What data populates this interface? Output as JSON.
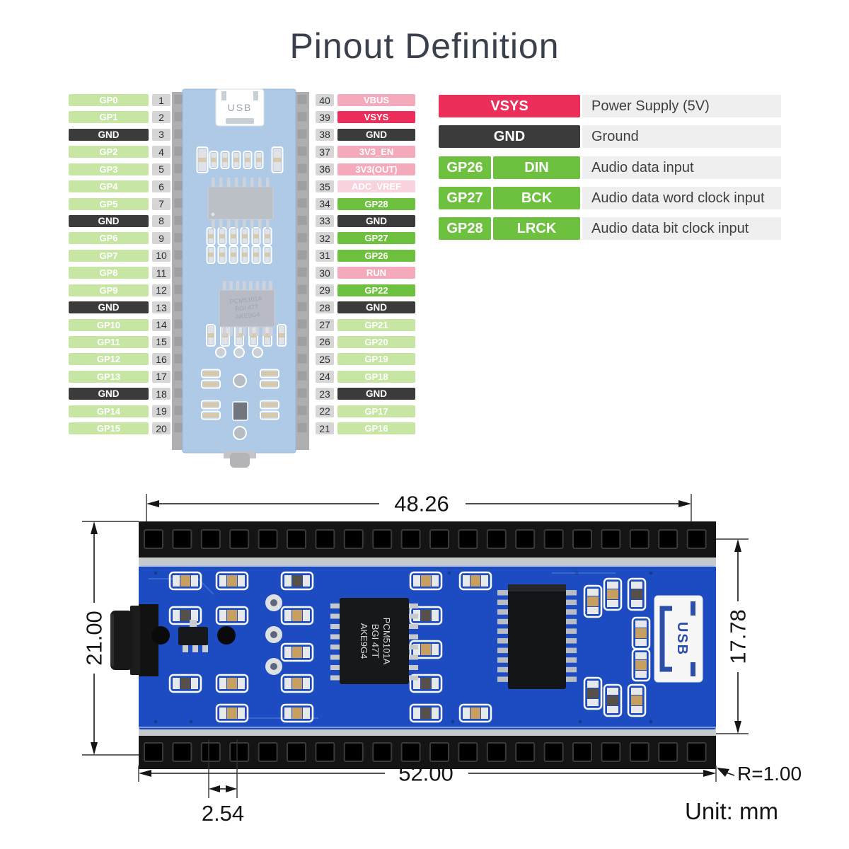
{
  "title": "Pinout Definition",
  "pinout": {
    "left_pins": [
      {
        "num": "1",
        "label": "GP0",
        "type": "pale"
      },
      {
        "num": "2",
        "label": "GP1",
        "type": "pale"
      },
      {
        "num": "3",
        "label": "GND",
        "type": "dark"
      },
      {
        "num": "4",
        "label": "GP2",
        "type": "pale"
      },
      {
        "num": "5",
        "label": "GP3",
        "type": "pale"
      },
      {
        "num": "6",
        "label": "GP4",
        "type": "pale"
      },
      {
        "num": "7",
        "label": "GP5",
        "type": "pale"
      },
      {
        "num": "8",
        "label": "GND",
        "type": "dark"
      },
      {
        "num": "9",
        "label": "GP6",
        "type": "pale"
      },
      {
        "num": "10",
        "label": "GP7",
        "type": "pale"
      },
      {
        "num": "11",
        "label": "GP8",
        "type": "pale"
      },
      {
        "num": "12",
        "label": "GP9",
        "type": "pale"
      },
      {
        "num": "13",
        "label": "GND",
        "type": "dark"
      },
      {
        "num": "14",
        "label": "GP10",
        "type": "pale"
      },
      {
        "num": "15",
        "label": "GP11",
        "type": "pale"
      },
      {
        "num": "16",
        "label": "GP12",
        "type": "pale"
      },
      {
        "num": "17",
        "label": "GP13",
        "type": "pale"
      },
      {
        "num": "18",
        "label": "GND",
        "type": "dark"
      },
      {
        "num": "19",
        "label": "GP14",
        "type": "pale"
      },
      {
        "num": "20",
        "label": "GP15",
        "type": "pale"
      }
    ],
    "right_pins": [
      {
        "num": "40",
        "label": "VBUS",
        "type": "pink"
      },
      {
        "num": "39",
        "label": "VSYS",
        "type": "red"
      },
      {
        "num": "38",
        "label": "GND",
        "type": "dark"
      },
      {
        "num": "37",
        "label": "3V3_EN",
        "type": "pink"
      },
      {
        "num": "36",
        "label": "3V3(OUT)",
        "type": "pink"
      },
      {
        "num": "35",
        "label": "ADC_VREF",
        "type": "palepink"
      },
      {
        "num": "34",
        "label": "GP28",
        "type": "bright"
      },
      {
        "num": "33",
        "label": "GND",
        "type": "dark"
      },
      {
        "num": "32",
        "label": "GP27",
        "type": "bright"
      },
      {
        "num": "31",
        "label": "GP26",
        "type": "bright"
      },
      {
        "num": "30",
        "label": "RUN",
        "type": "pink"
      },
      {
        "num": "29",
        "label": "GP22",
        "type": "bright"
      },
      {
        "num": "28",
        "label": "GND",
        "type": "dark"
      },
      {
        "num": "27",
        "label": "GP21",
        "type": "pale"
      },
      {
        "num": "26",
        "label": "GP20",
        "type": "pale"
      },
      {
        "num": "25",
        "label": "GP19",
        "type": "pale"
      },
      {
        "num": "24",
        "label": "GP18",
        "type": "pale"
      },
      {
        "num": "23",
        "label": "GND",
        "type": "dark"
      },
      {
        "num": "22",
        "label": "GP17",
        "type": "pale"
      },
      {
        "num": "21",
        "label": "GP16",
        "type": "pale"
      }
    ],
    "board": {
      "usb_label": "USB"
    }
  },
  "legend": {
    "rows": [
      {
        "pin": "",
        "signal": "VSYS",
        "desc": "Power Supply (5V)",
        "type": "red"
      },
      {
        "pin": "",
        "signal": "GND",
        "desc": "Ground",
        "type": "dark"
      },
      {
        "pin": "GP26",
        "signal": "DIN",
        "desc": "Audio data input",
        "type": "green"
      },
      {
        "pin": "GP27",
        "signal": "BCK",
        "desc": "Audio data word clock input",
        "type": "green"
      },
      {
        "pin": "GP28",
        "signal": "LRCK",
        "desc": "Audio data bit clock input",
        "type": "green"
      }
    ]
  },
  "board_photo": {
    "usb_label": "USB",
    "chip_lines": [
      "PCM5101A",
      "BGI 47T",
      "AKE9G4"
    ]
  },
  "dimensions": {
    "top_width": "48.26",
    "left_height": "21.00",
    "right_height": "17.78",
    "bottom_width": "52.00",
    "pin_pitch": "2.54",
    "corner_radius": "R=1.00",
    "unit_label": "Unit: mm"
  },
  "colors": {
    "pale_green": "#c7e6a4",
    "bright_green": "#6ec13f",
    "gnd_dark": "#3b3b3b",
    "pink": "#f5aabb",
    "pale_pink": "#f8d3de",
    "red": "#ec2e5a",
    "number_badge": "#d6d6d6",
    "description_bg": "#efefef",
    "pcb_blue": "#1d4cc2"
  }
}
